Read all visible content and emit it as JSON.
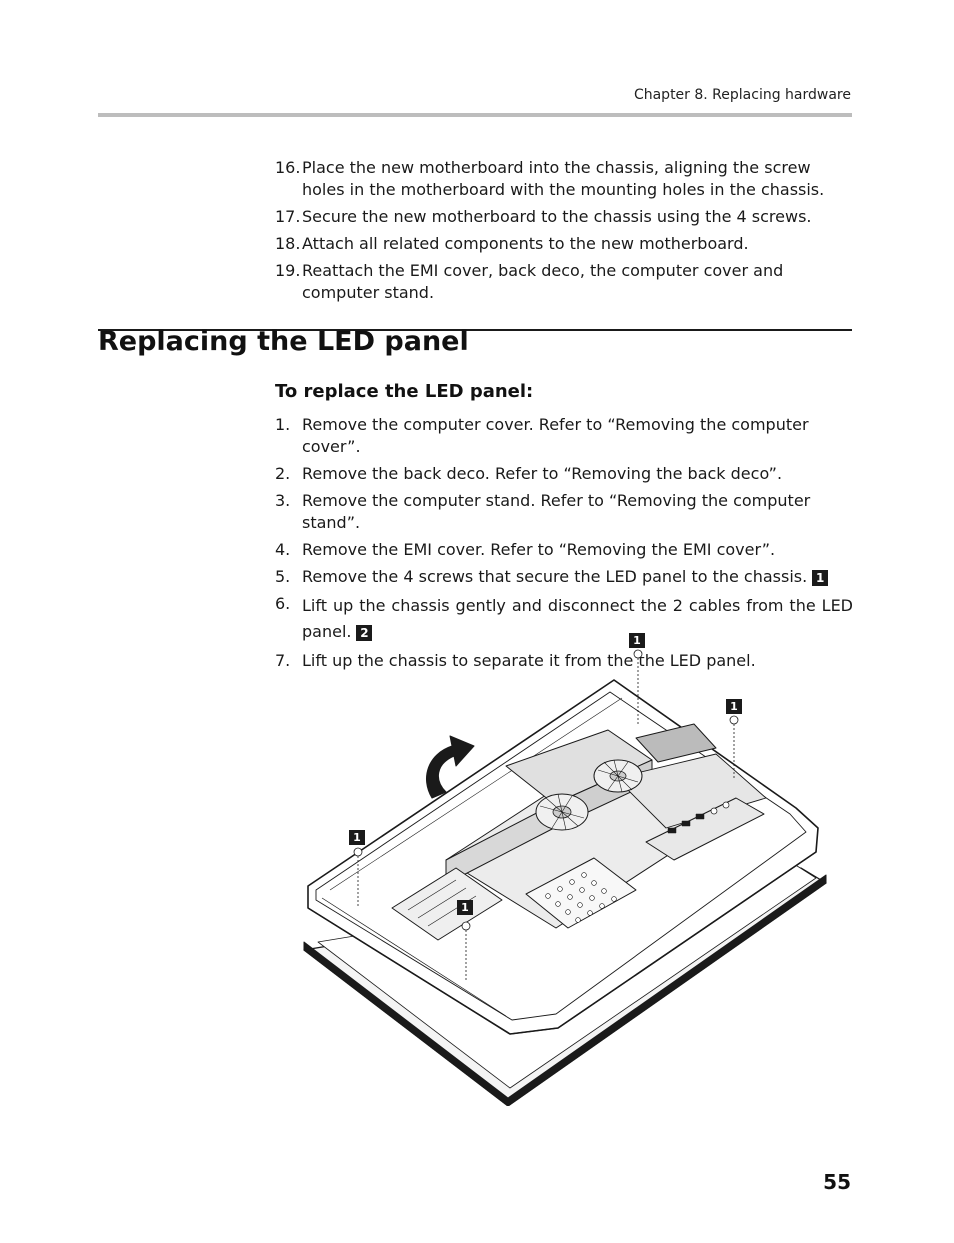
{
  "header": {
    "running_head": "Chapter 8. Replacing hardware"
  },
  "continued_steps": [
    {
      "num": "16.",
      "text": "Place the new motherboard into the chassis, aligning the screw holes in the motherboard with the mounting holes in the chassis."
    },
    {
      "num": "17.",
      "text": "Secure the new motherboard to the chassis using the 4 screws."
    },
    {
      "num": "18.",
      "text": "Attach all related components to the new motherboard."
    },
    {
      "num": "19.",
      "text": "Reattach the EMI cover, back deco, the computer cover and computer stand."
    }
  ],
  "section": {
    "title": "Replacing the LED panel",
    "subtitle": "To replace the LED panel:"
  },
  "steps": [
    {
      "num": "1.",
      "text": "Remove the computer cover. Refer to “Removing the computer cover”."
    },
    {
      "num": "2.",
      "text": "Remove the back deco. Refer to  “Removing the back deco”."
    },
    {
      "num": "3.",
      "text": "Remove the computer stand. Refer to “Removing the computer stand”."
    },
    {
      "num": "4.",
      "text": "Remove the EMI cover. Refer to “Removing the EMI cover”."
    },
    {
      "num": "5.",
      "text": "Remove the 4 screws that secure the LED panel to the chassis.",
      "callout": "1"
    },
    {
      "num": "6.",
      "text": "Lift up the chassis gently and disconnect the 2 cables from the LED panel.",
      "callout": "2"
    },
    {
      "num": "7.",
      "text": "Lift up the chassis to separate it from the the LED panel."
    }
  ],
  "figure": {
    "callouts": [
      "1",
      "1",
      "1",
      "1"
    ]
  },
  "footer": {
    "page_number": "55"
  }
}
